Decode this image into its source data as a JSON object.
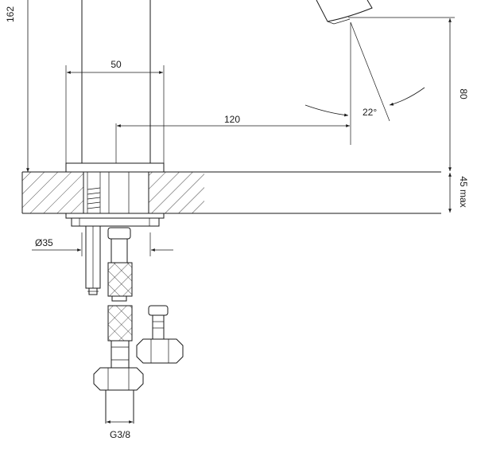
{
  "labels": {
    "dim_162": "162",
    "dim_50": "50",
    "dim_120": "120",
    "dim_80": "80",
    "angle_22": "22°",
    "dim_45max": "45 max",
    "dim_d35": "Ø35",
    "thread_g38": "G3/8"
  }
}
